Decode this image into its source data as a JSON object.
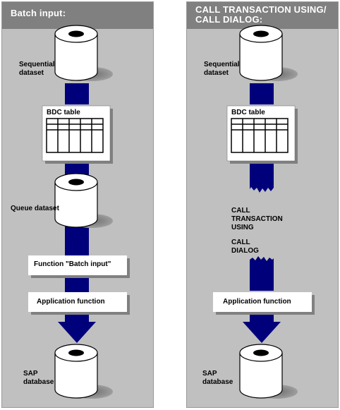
{
  "left_panel": {
    "header": "Batch input:",
    "sequential_dataset": [
      "Sequential",
      "dataset"
    ],
    "bdc_table": "BDC table",
    "queue_dataset": "Queue dataset",
    "function_batch_input": "Function \"Batch input\"",
    "application_function": "Application function",
    "sap_database": [
      "SAP",
      "database"
    ]
  },
  "right_panel": {
    "header": [
      "CALL TRANSACTION USING/",
      "CALL DIALOG:"
    ],
    "sequential_dataset": [
      "Sequential",
      "dataset"
    ],
    "bdc_table": "BDC table",
    "call_transaction_using": [
      "CALL",
      "TRANSACTION",
      "USING"
    ],
    "call_dialog": [
      "CALL",
      "DIALOG"
    ],
    "application_function": "Application function",
    "sap_database": [
      "SAP",
      "database"
    ]
  },
  "colors": {
    "flow": "#00007b",
    "panel": "#c0c0c0",
    "header": "#808080",
    "shadow": "#808080"
  }
}
